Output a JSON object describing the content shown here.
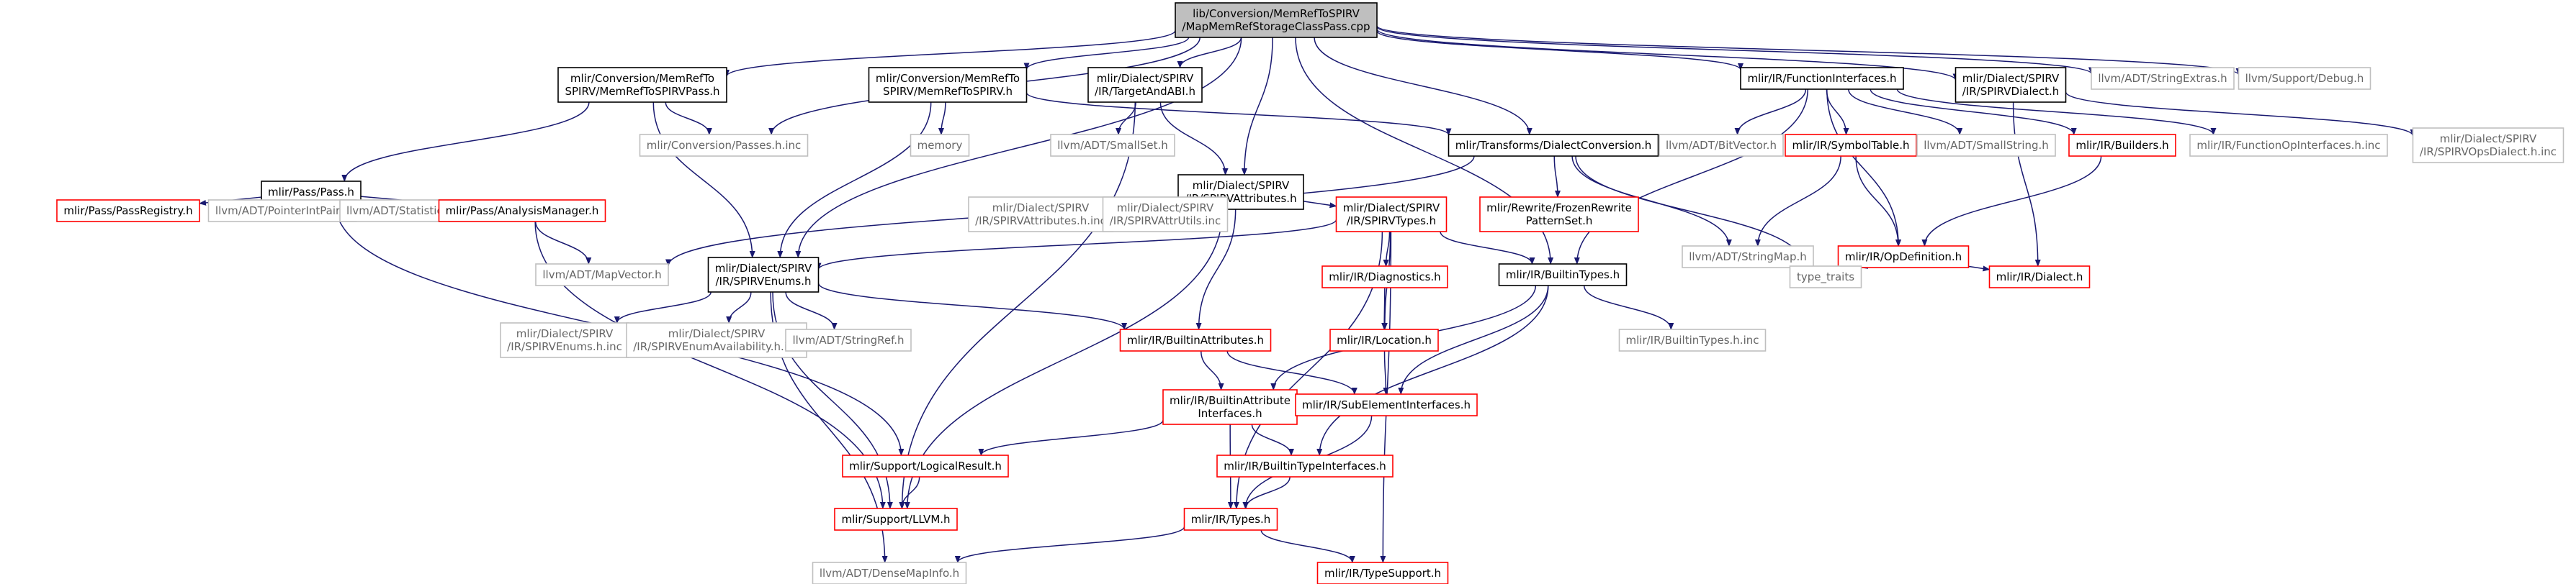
{
  "colors": {
    "edge": "#191970",
    "root_fill": "#bfbfbf",
    "node_fill": "#ffffff",
    "black_border": "#000000",
    "red_border": "#ff0000",
    "gray_border": "#bfbfbf",
    "text": "#000000",
    "gray_text": "#666666"
  },
  "nodes": [
    {
      "id": "root",
      "kind": "root",
      "lines": [
        "lib/Conversion/MemRefToSPIRV",
        "/MapMemRefStorageClassPass.cpp"
      ]
    },
    {
      "id": "memreftospirvpass",
      "kind": "black",
      "lines": [
        "mlir/Conversion/MemRefTo",
        "SPIRV/MemRefToSPIRVPass.h"
      ]
    },
    {
      "id": "memreftospirv",
      "kind": "black",
      "lines": [
        "mlir/Conversion/MemRefTo",
        "SPIRV/MemRefToSPIRV.h"
      ]
    },
    {
      "id": "targetandabi",
      "kind": "black",
      "lines": [
        "mlir/Dialect/SPIRV",
        "/IR/TargetAndABI.h"
      ]
    },
    {
      "id": "functioninterfaces",
      "kind": "black",
      "lines": [
        "mlir/IR/FunctionInterfaces.h"
      ]
    },
    {
      "id": "spirvdialect",
      "kind": "black",
      "lines": [
        "mlir/Dialect/SPIRV",
        "/IR/SPIRVDialect.h"
      ]
    },
    {
      "id": "stringextras",
      "kind": "gray",
      "lines": [
        "llvm/ADT/StringExtras.h"
      ]
    },
    {
      "id": "debug",
      "kind": "gray",
      "lines": [
        "llvm/Support/Debug.h"
      ]
    },
    {
      "id": "passpass",
      "kind": "black",
      "lines": [
        "mlir/Pass/Pass.h"
      ]
    },
    {
      "id": "passesinc",
      "kind": "gray",
      "lines": [
        "mlir/Conversion/Passes.h.inc"
      ]
    },
    {
      "id": "memory",
      "kind": "gray",
      "lines": [
        "memory"
      ]
    },
    {
      "id": "smallset",
      "kind": "gray",
      "lines": [
        "llvm/ADT/SmallSet.h"
      ]
    },
    {
      "id": "spirvattributes",
      "kind": "black",
      "lines": [
        "mlir/Dialect/SPIRV",
        "/IR/SPIRVAttributes.h"
      ]
    },
    {
      "id": "dialectconversion",
      "kind": "black",
      "lines": [
        "mlir/Transforms/DialectConversion.h"
      ]
    },
    {
      "id": "bitvector",
      "kind": "gray",
      "lines": [
        "llvm/ADT/BitVector.h"
      ]
    },
    {
      "id": "symboltable",
      "kind": "red",
      "lines": [
        "mlir/IR/SymbolTable.h"
      ]
    },
    {
      "id": "smallstring",
      "kind": "gray",
      "lines": [
        "llvm/ADT/SmallString.h"
      ]
    },
    {
      "id": "builders",
      "kind": "red",
      "lines": [
        "mlir/IR/Builders.h"
      ]
    },
    {
      "id": "functionopinterfacesinc",
      "kind": "gray",
      "lines": [
        "mlir/IR/FunctionOpInterfaces.h.inc"
      ]
    },
    {
      "id": "spirvopsdialectinc",
      "kind": "gray",
      "lines": [
        "mlir/Dialect/SPIRV",
        "/IR/SPIRVOpsDialect.h.inc"
      ]
    },
    {
      "id": "passregistry",
      "kind": "red",
      "lines": [
        "mlir/Pass/PassRegistry.h"
      ]
    },
    {
      "id": "pointerintpair",
      "kind": "gray",
      "lines": [
        "llvm/ADT/PointerIntPair.h"
      ]
    },
    {
      "id": "statistic",
      "kind": "gray",
      "lines": [
        "llvm/ADT/Statistic.h"
      ]
    },
    {
      "id": "analysismanager",
      "kind": "red",
      "lines": [
        "mlir/Pass/AnalysisManager.h"
      ]
    },
    {
      "id": "spirvattributesinc",
      "kind": "gray",
      "lines": [
        "mlir/Dialect/SPIRV",
        "/IR/SPIRVAttributes.h.inc"
      ]
    },
    {
      "id": "spirvattrutilsinc",
      "kind": "gray",
      "lines": [
        "mlir/Dialect/SPIRV",
        "/IR/SPIRVAttrUtils.inc"
      ]
    },
    {
      "id": "spirvtypes",
      "kind": "red",
      "lines": [
        "mlir/Dialect/SPIRV",
        "/IR/SPIRVTypes.h"
      ]
    },
    {
      "id": "frozenrewrite",
      "kind": "red",
      "lines": [
        "mlir/Rewrite/FrozenRewrite",
        "PatternSet.h"
      ]
    },
    {
      "id": "stringmap",
      "kind": "gray",
      "lines": [
        "llvm/ADT/StringMap.h"
      ]
    },
    {
      "id": "opdefinition",
      "kind": "red",
      "lines": [
        "mlir/IR/OpDefinition.h"
      ]
    },
    {
      "id": "mapvector",
      "kind": "gray",
      "lines": [
        "llvm/ADT/MapVector.h"
      ]
    },
    {
      "id": "spirvenums",
      "kind": "black",
      "lines": [
        "mlir/Dialect/SPIRV",
        "/IR/SPIRVEnums.h"
      ]
    },
    {
      "id": "builtintypes",
      "kind": "black",
      "lines": [
        "mlir/IR/BuiltinTypes.h"
      ]
    },
    {
      "id": "typetraits",
      "kind": "gray",
      "lines": [
        "type_traits"
      ]
    },
    {
      "id": "dialect",
      "kind": "red",
      "lines": [
        "mlir/IR/Dialect.h"
      ]
    },
    {
      "id": "diagnostics",
      "kind": "red",
      "lines": [
        "mlir/IR/Diagnostics.h"
      ]
    },
    {
      "id": "spirvenumsinc",
      "kind": "gray",
      "lines": [
        "mlir/Dialect/SPIRV",
        "/IR/SPIRVEnums.h.inc"
      ]
    },
    {
      "id": "spirvenumavailinc",
      "kind": "gray",
      "lines": [
        "mlir/Dialect/SPIRV",
        "/IR/SPIRVEnumAvailability.h.inc"
      ]
    },
    {
      "id": "stringref",
      "kind": "gray",
      "lines": [
        "llvm/ADT/StringRef.h"
      ]
    },
    {
      "id": "builtinattributes",
      "kind": "red",
      "lines": [
        "mlir/IR/BuiltinAttributes.h"
      ]
    },
    {
      "id": "location",
      "kind": "red",
      "lines": [
        "mlir/IR/Location.h"
      ]
    },
    {
      "id": "builtintypesinc",
      "kind": "gray",
      "lines": [
        "mlir/IR/BuiltinTypes.h.inc"
      ]
    },
    {
      "id": "builtinattrinterfaces",
      "kind": "red",
      "lines": [
        "mlir/IR/BuiltinAttribute",
        "Interfaces.h"
      ]
    },
    {
      "id": "subelementinterfaces",
      "kind": "red",
      "lines": [
        "mlir/IR/SubElementInterfaces.h"
      ]
    },
    {
      "id": "logicalresult",
      "kind": "red",
      "lines": [
        "mlir/Support/LogicalResult.h"
      ]
    },
    {
      "id": "builtintypeinterfaces",
      "kind": "red",
      "lines": [
        "mlir/IR/BuiltinTypeInterfaces.h"
      ]
    },
    {
      "id": "supportllvm",
      "kind": "red",
      "lines": [
        "mlir/Support/LLVM.h"
      ]
    },
    {
      "id": "types",
      "kind": "red",
      "lines": [
        "mlir/IR/Types.h"
      ]
    },
    {
      "id": "densemapinfo",
      "kind": "gray",
      "lines": [
        "llvm/ADT/DenseMapInfo.h"
      ]
    },
    {
      "id": "typesupport",
      "kind": "red",
      "lines": [
        "mlir/IR/TypeSupport.h"
      ]
    }
  ],
  "edges": [
    [
      "root",
      "memreftospirvpass"
    ],
    [
      "root",
      "memreftospirv"
    ],
    [
      "root",
      "targetandabi"
    ],
    [
      "root",
      "functioninterfaces"
    ],
    [
      "root",
      "spirvdialect"
    ],
    [
      "root",
      "stringextras"
    ],
    [
      "root",
      "debug"
    ],
    [
      "root",
      "passesinc"
    ],
    [
      "root",
      "spirvattributes"
    ],
    [
      "root",
      "dialectconversion"
    ],
    [
      "root",
      "spirvenums"
    ],
    [
      "root",
      "builtintypes"
    ],
    [
      "memreftospirvpass",
      "passpass"
    ],
    [
      "memreftospirvpass",
      "passesinc"
    ],
    [
      "memreftospirvpass",
      "spirvenums"
    ],
    [
      "memreftospirv",
      "memory"
    ],
    [
      "memreftospirv",
      "dialectconversion"
    ],
    [
      "memreftospirv",
      "spirvenums"
    ],
    [
      "targetandabi",
      "smallset"
    ],
    [
      "targetandabi",
      "spirvattributes"
    ],
    [
      "targetandabi",
      "supportllvm"
    ],
    [
      "functioninterfaces",
      "bitvector"
    ],
    [
      "functioninterfaces",
      "symboltable"
    ],
    [
      "functioninterfaces",
      "smallstring"
    ],
    [
      "functioninterfaces",
      "builders"
    ],
    [
      "functioninterfaces",
      "functionopinterfacesinc"
    ],
    [
      "functioninterfaces",
      "opdefinition"
    ],
    [
      "functioninterfaces",
      "builtintypes"
    ],
    [
      "spirvdialect",
      "spirvopsdialectinc"
    ],
    [
      "spirvdialect",
      "dialect"
    ],
    [
      "passpass",
      "passregistry"
    ],
    [
      "passpass",
      "pointerintpair"
    ],
    [
      "passpass",
      "statistic"
    ],
    [
      "passpass",
      "analysismanager"
    ],
    [
      "passpass",
      "logicalresult"
    ],
    [
      "analysismanager",
      "mapvector"
    ],
    [
      "analysismanager",
      "supportllvm"
    ],
    [
      "spirvattributes",
      "spirvattributesinc"
    ],
    [
      "spirvattributes",
      "spirvattrutilsinc"
    ],
    [
      "spirvattributes",
      "spirvtypes"
    ],
    [
      "spirvattributes",
      "builtinattributes"
    ],
    [
      "spirvattributes",
      "supportllvm"
    ],
    [
      "dialectconversion",
      "frozenrewrite"
    ],
    [
      "dialectconversion",
      "stringmap"
    ],
    [
      "dialectconversion",
      "typetraits"
    ],
    [
      "dialectconversion",
      "mapvector"
    ],
    [
      "symboltable",
      "opdefinition"
    ],
    [
      "symboltable",
      "stringmap"
    ],
    [
      "builders",
      "opdefinition"
    ],
    [
      "opdefinition",
      "typetraits"
    ],
    [
      "opdefinition",
      "dialect"
    ],
    [
      "spirvtypes",
      "spirvenums"
    ],
    [
      "spirvtypes",
      "builtintypes"
    ],
    [
      "spirvtypes",
      "diagnostics"
    ],
    [
      "spirvtypes",
      "location"
    ],
    [
      "spirvtypes",
      "types"
    ],
    [
      "spirvtypes",
      "typesupport"
    ],
    [
      "spirvenums",
      "spirvenumsinc"
    ],
    [
      "spirvenums",
      "spirvenumavailinc"
    ],
    [
      "spirvenums",
      "stringref"
    ],
    [
      "spirvenums",
      "builtinattributes"
    ],
    [
      "spirvenums",
      "supportllvm"
    ],
    [
      "spirvenums",
      "densemapinfo"
    ],
    [
      "builtintypes",
      "builtintypesinc"
    ],
    [
      "builtintypes",
      "builtinattrinterfaces"
    ],
    [
      "builtintypes",
      "subelementinterfaces"
    ],
    [
      "builtintypes",
      "builtintypeinterfaces"
    ],
    [
      "diagnostics",
      "location"
    ],
    [
      "location",
      "subelementinterfaces"
    ],
    [
      "builtinattributes",
      "builtinattrinterfaces"
    ],
    [
      "builtinattributes",
      "subelementinterfaces"
    ],
    [
      "builtinattrinterfaces",
      "logicalresult"
    ],
    [
      "builtinattrinterfaces",
      "builtintypeinterfaces"
    ],
    [
      "builtinattrinterfaces",
      "types"
    ],
    [
      "subelementinterfaces",
      "types"
    ],
    [
      "logicalresult",
      "supportllvm"
    ],
    [
      "builtintypeinterfaces",
      "types"
    ],
    [
      "types",
      "densemapinfo"
    ],
    [
      "types",
      "typesupport"
    ]
  ]
}
